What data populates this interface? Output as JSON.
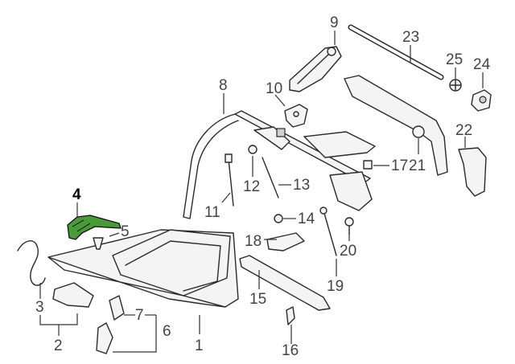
{
  "colors": {
    "highlight": "#4a9a3a",
    "line": "#2a2a2a",
    "label": "#444444"
  },
  "highlighted_part": "4",
  "callouts": {
    "c1": "1",
    "c2": "2",
    "c3": "3",
    "c4": "4",
    "c5": "5",
    "c6": "6",
    "c7": "7",
    "c8": "8",
    "c9": "9",
    "c10": "10",
    "c11": "11",
    "c12": "12",
    "c13": "13",
    "c14": "14",
    "c15": "15",
    "c16": "16",
    "c17": "17",
    "c18": "18",
    "c19": "19",
    "c20": "20",
    "c21": "21",
    "c22": "22",
    "c23": "23",
    "c24": "24",
    "c25": "25"
  }
}
